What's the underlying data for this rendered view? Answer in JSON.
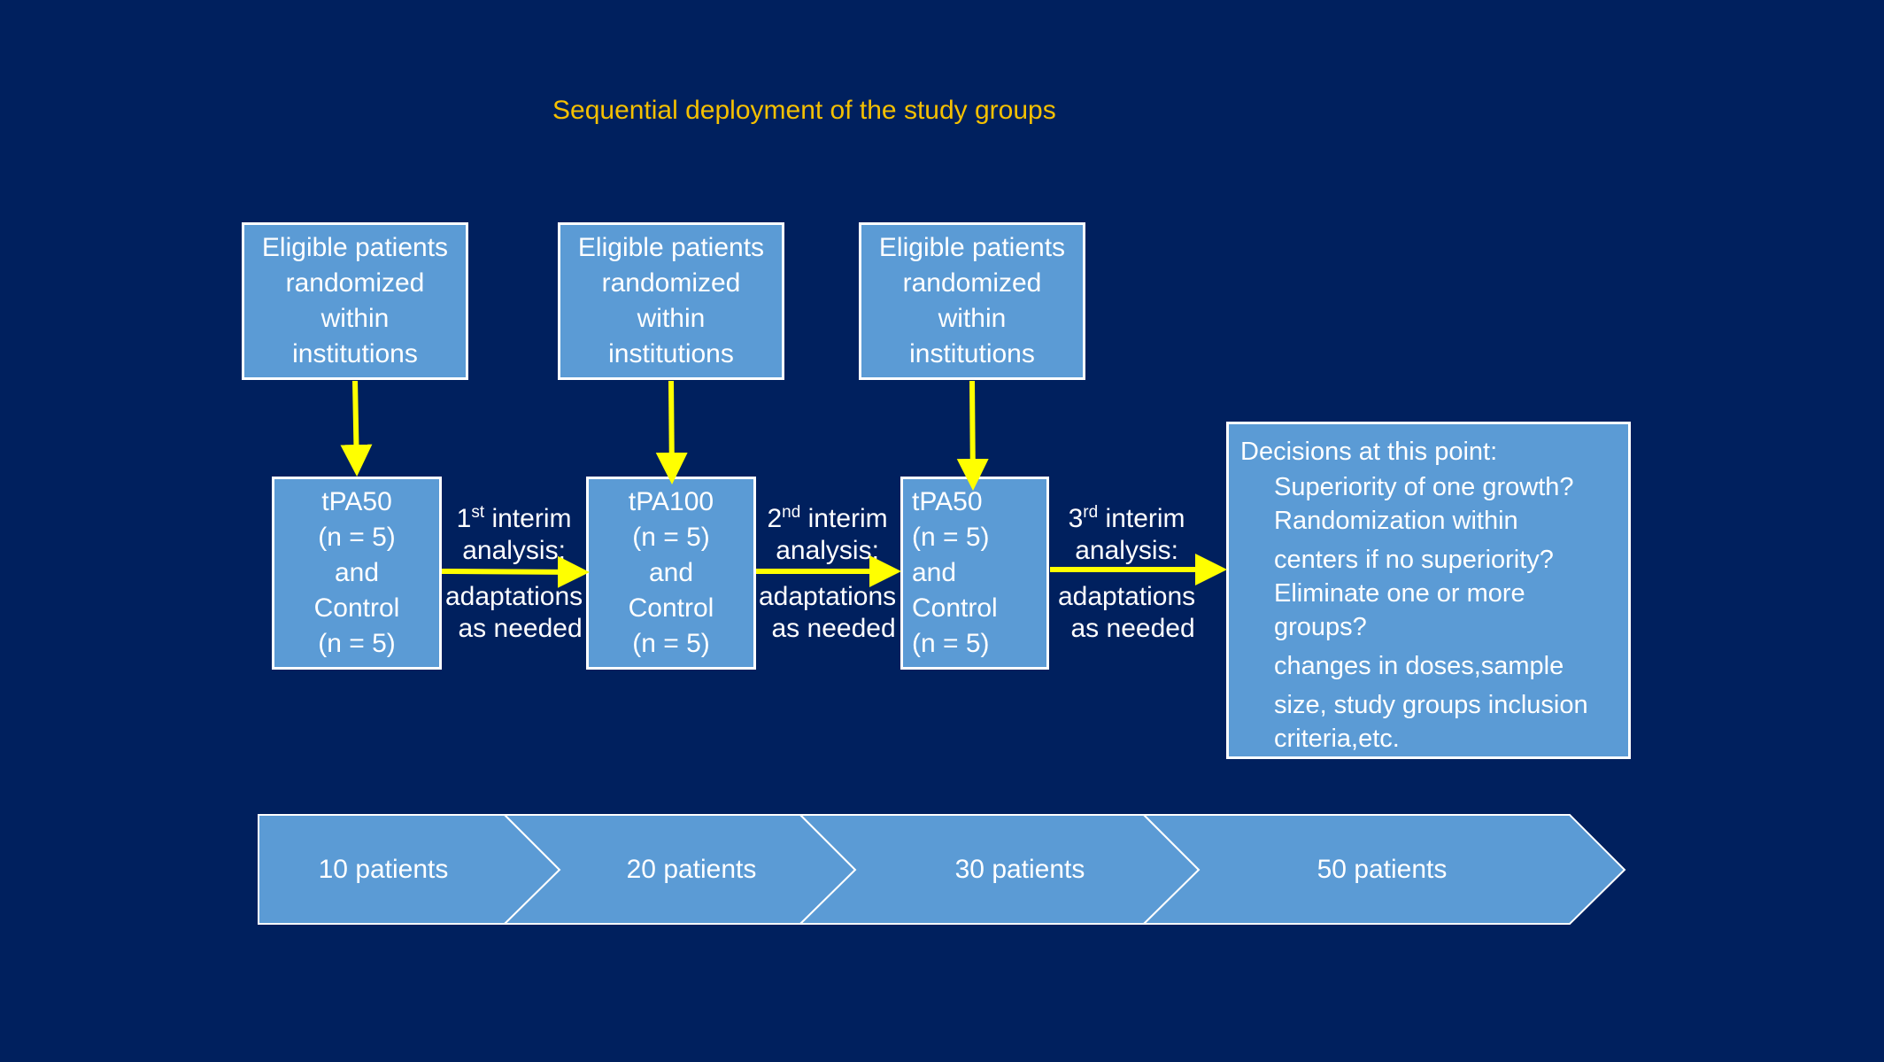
{
  "title": "Sequential deployment of the study groups",
  "eligible_boxes": [
    {
      "lines": [
        "Eligible patients",
        "randomized",
        "within",
        "institutions"
      ]
    },
    {
      "lines": [
        "Eligible patients",
        "randomized",
        "within",
        "institutions"
      ]
    },
    {
      "lines": [
        "Eligible patients",
        "randomized",
        "within",
        "institutions"
      ]
    }
  ],
  "groups": [
    {
      "lines": [
        "tPA50",
        "(n = 5)",
        "and",
        "Control",
        "(n = 5)"
      ]
    },
    {
      "lines": [
        "tPA100",
        "(n = 5)",
        "and",
        "Control",
        "(n = 5)"
      ]
    },
    {
      "lines": [
        "tPA50",
        "(n = 5)",
        "and",
        "Control",
        "(n = 5)"
      ]
    }
  ],
  "interim_analyses": [
    {
      "ordinal": "1",
      "suffix": "st",
      "word": " interim",
      "line2": "analysis:",
      "line3": "adaptations",
      "line4": "as needed"
    },
    {
      "ordinal": "2",
      "suffix": "nd",
      "word": " interim",
      "line2": "analysis:",
      "line3": "adaptations",
      "line4": "as needed"
    },
    {
      "ordinal": "3",
      "suffix": "rd",
      "word": " interim",
      "line2": "analysis:",
      "line3": "adaptations",
      "line4": "as needed"
    }
  ],
  "decisions": {
    "heading": "Decisions at this point:",
    "items": [
      "Superiority of one growth?",
      "Randomization within",
      "centers if no superiority?",
      "Eliminate one or more",
      "groups?",
      "changes in doses,sample",
      "size, study groups inclusion",
      "criteria,etc."
    ]
  },
  "phases": [
    "10 patients",
    "20 patients",
    "30 patients",
    "50 patients"
  ],
  "colors": {
    "background": "#00205e",
    "box_fill": "#5b9bd5",
    "arrow": "#ffff00",
    "title": "#f5c000"
  }
}
